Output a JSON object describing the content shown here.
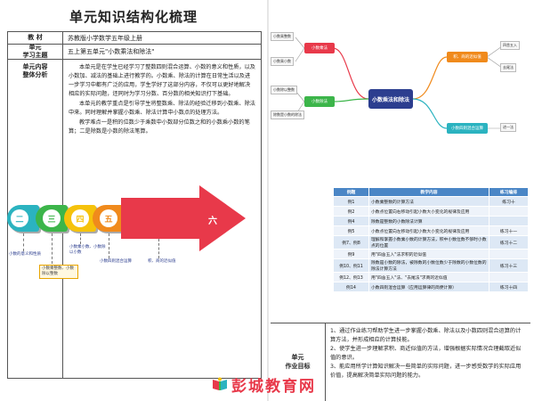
{
  "title": "单元知识结构化梳理",
  "table": {
    "rows": [
      {
        "label": "教   材",
        "value": "苏教版小学数学五年级上册"
      },
      {
        "label": "单元\n学习主题",
        "value": "五上第五单元\"小数乘法和除法\""
      }
    ],
    "analysis_label": "单元内容\n整体分析",
    "analysis_paragraphs": [
      "本单元是在学生已经学习了整数四则混合运算、小数的意义和性质，以及小数加、减法的基础上进行教学的。小数乘、除法的计算在日常生活以及进一步学习中都有广泛的应用，学生学好了这部分内容，不仅可以更好地解决相应的实际问题，还同时为学习分数、百分数的相关知识打下基础。",
      "本单元的教学重点是引导学生将整数乘、除法的经验迁移到小数乘、除法中来。同时理解并掌握小数乘、除法计算中小数点的处理方法。",
      "教学难点一是积的位数少于乘数中小数部分位数之和的小数乘小数的笔算；二是除数是小数的除法笔算。"
    ]
  },
  "arrow_diagram": {
    "steps": [
      {
        "label": "二",
        "color": "#2bb3c0"
      },
      {
        "label": "三",
        "color": "#3cb54a"
      },
      {
        "label": "四",
        "color": "#f5c20b"
      },
      {
        "label": "五",
        "color": "#f08a1c"
      },
      {
        "label": "六",
        "color": "#e8394a"
      }
    ],
    "notes": [
      "小数的意义和性质",
      "小数乘整数、小数除以整数",
      "小数乘小数、小数除以小数",
      "小数四则混合运算",
      "积、商的近似值"
    ]
  },
  "mindmap": {
    "center": "小数乘法和除法",
    "nodes": [
      "小数乘法",
      "小数除法",
      "积、商的近似值",
      "小数四则混合运算"
    ],
    "leaves": [
      "小数乘整数",
      "小数乘小数",
      "小数除以整数",
      "除数是小数的除法",
      "四舍五入",
      "去尾法",
      "进一法"
    ],
    "colors": {
      "center": "#2c3e8f",
      "a": "#e8394a",
      "b": "#3cb54a",
      "c": "#f08a1c",
      "d": "#2bb3c0"
    }
  },
  "exercise_table": {
    "headers": [
      "例题",
      "教学内容",
      "练习编排"
    ],
    "rows": [
      {
        "ex": "例1",
        "content": "小数乘整数的计算方法",
        "practice": "练习十"
      },
      {
        "ex": "例2",
        "content": "小数点位置向右移动引起小数大小变化的规律及应用",
        "practice": ""
      },
      {
        "ex": "例4",
        "content": "除数是整数的小数除法计算",
        "practice": ""
      },
      {
        "ex": "例5",
        "content": "小数点位置向左移动引起小数大小变化的规律及应用",
        "practice": "练习十一"
      },
      {
        "ex": "例7、例8",
        "content": "理解和掌握小数乘小数的计算方法，积中小数位数不够时小数点的位置",
        "practice": "练习十二"
      },
      {
        "ex": "例9",
        "content": "用\"四舍五入\"法求积的近似值",
        "practice": ""
      },
      {
        "ex": "例10、例11",
        "content": "除数是小数的除法，被除数的小数位数少于除数的小数位数的除法计算方法",
        "practice": "练习十三"
      },
      {
        "ex": "例12、例13",
        "content": "用\"四舍五入\"法、\"去尾法\"求商的近似值",
        "practice": ""
      },
      {
        "ex": "例14",
        "content": "小数四则混合运算（应用运算律的简便计算）",
        "practice": "练习十四"
      }
    ]
  },
  "goals": {
    "label": "单元\n作业目标",
    "items": [
      "1、通过作业练习帮助学生进一步掌握小数乘、除法以及小数四则混合运算的计算方法，并形成相应的计算技能。",
      "2、使学生进一步理解求积、商近似值的方法，增强根据实际情况合理截取近似值的意识。",
      "3、能应用所学计算知识解决一些简单的实际问题，进一步感受数学的实际应用价值，提高解决简单实际问题的能力。"
    ]
  },
  "watermark": {
    "text": "彭城教育网",
    "colors": [
      "#e8394a",
      "#f5c20b",
      "#3cb54a",
      "#2bb3c0"
    ]
  }
}
